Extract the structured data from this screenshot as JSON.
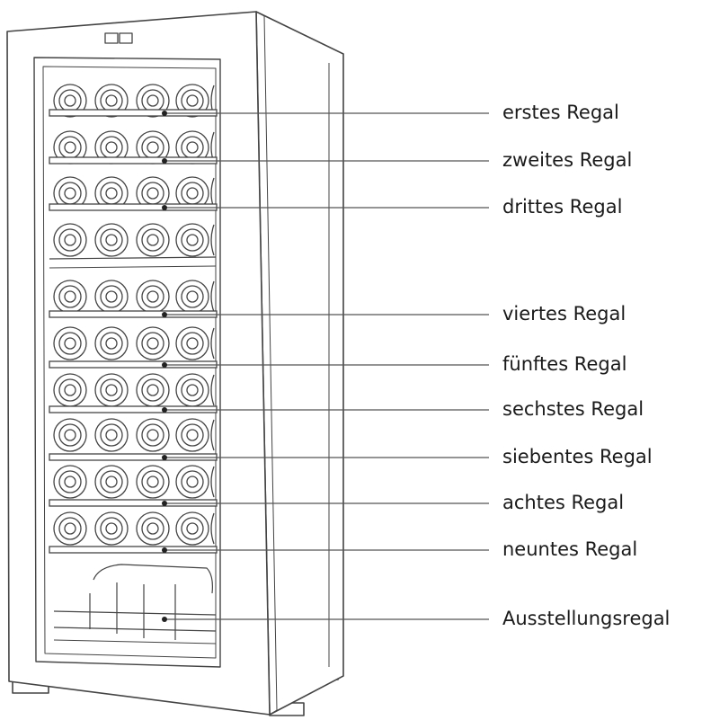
{
  "shelf_labels": [
    "erstes Regal",
    "zweites Regal",
    "drittes Regal",
    "viertes Regal",
    "fünftes Regal",
    "sechstes Regal",
    "siebentes Regal",
    "achtes Regal",
    "neuntes Regal",
    "Ausstellungsregal"
  ],
  "colors": {
    "line": "#555555",
    "text": "#1a1a1a"
  }
}
